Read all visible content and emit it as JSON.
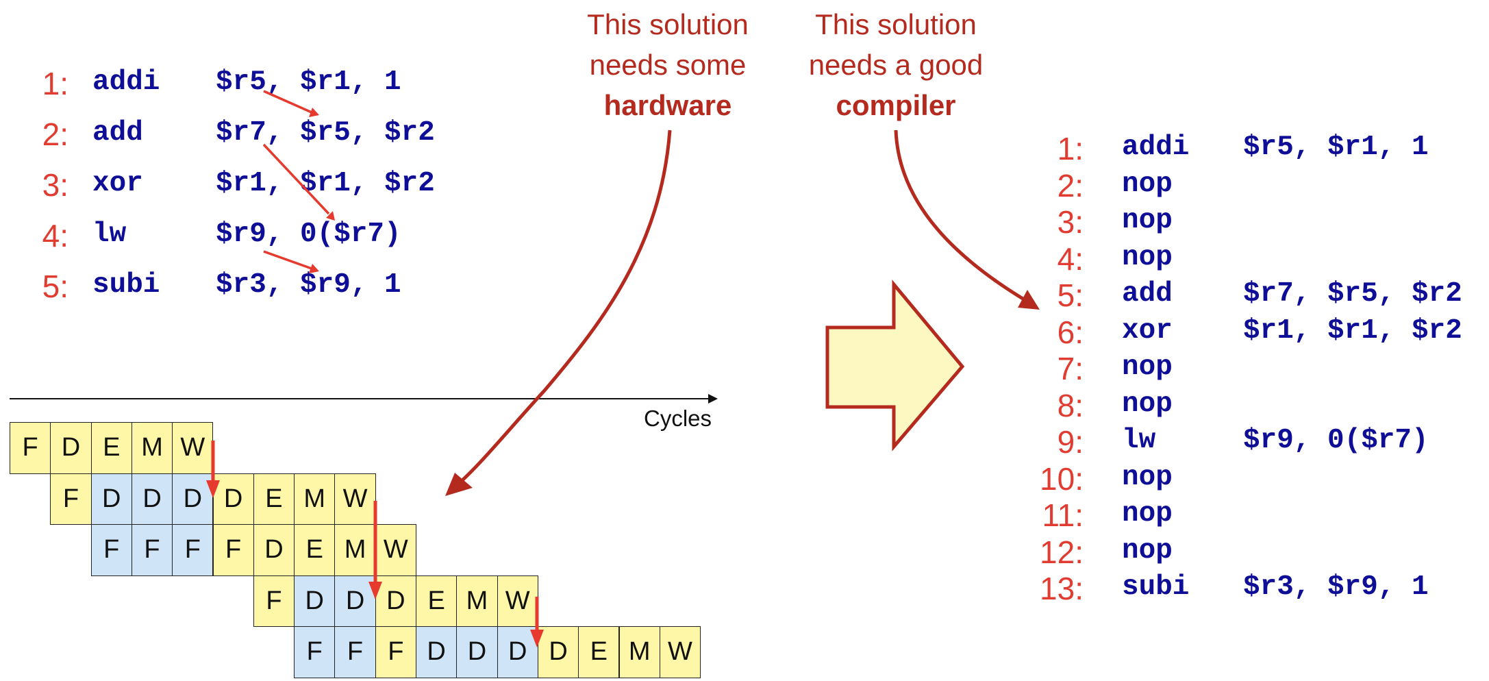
{
  "left_code": [
    {
      "num": "1:",
      "op": "addi",
      "args": "$r5, $r1, 1"
    },
    {
      "num": "2:",
      "op": "add",
      "args": "$r7, $r5, $r2"
    },
    {
      "num": "3:",
      "op": "xor",
      "args": "$r1, $r1, $r2"
    },
    {
      "num": "4:",
      "op": "lw",
      "args": "$r9, 0($r7)"
    },
    {
      "num": "5:",
      "op": "subi",
      "args": "$r3, $r9, 1"
    }
  ],
  "right_code": [
    {
      "num": "1:",
      "op": "addi",
      "args": "$r5, $r1, 1"
    },
    {
      "num": "2:",
      "op": "nop",
      "args": ""
    },
    {
      "num": "3:",
      "op": "nop",
      "args": ""
    },
    {
      "num": "4:",
      "op": "nop",
      "args": ""
    },
    {
      "num": "5:",
      "op": "add",
      "args": "$r7, $r5, $r2"
    },
    {
      "num": "6:",
      "op": "xor",
      "args": "$r1, $r1, $r2"
    },
    {
      "num": "7:",
      "op": "nop",
      "args": ""
    },
    {
      "num": "8:",
      "op": "nop",
      "args": ""
    },
    {
      "num": "9:",
      "op": "lw",
      "args": "$r9, 0($r7)"
    },
    {
      "num": "10:",
      "op": "nop",
      "args": ""
    },
    {
      "num": "11:",
      "op": "nop",
      "args": ""
    },
    {
      "num": "12:",
      "op": "nop",
      "args": ""
    },
    {
      "num": "13:",
      "op": "subi",
      "args": "$r3, $r9, 1"
    }
  ],
  "notes": {
    "hardware": {
      "line1": "This solution",
      "line2": "needs some",
      "bold": "hardware"
    },
    "compiler": {
      "line1": "This solution",
      "line2": "needs a good",
      "bold": "compiler"
    }
  },
  "axis_label": "Cycles",
  "pipeline": [
    {
      "start": 0,
      "stages": [
        [
          "F",
          "y"
        ],
        [
          "D",
          "y"
        ],
        [
          "E",
          "y"
        ],
        [
          "M",
          "y"
        ],
        [
          "W",
          "y"
        ]
      ]
    },
    {
      "start": 1,
      "stages": [
        [
          "F",
          "y"
        ],
        [
          "D",
          "b"
        ],
        [
          "D",
          "b"
        ],
        [
          "D",
          "b"
        ],
        [
          "D",
          "y"
        ],
        [
          "E",
          "y"
        ],
        [
          "M",
          "y"
        ],
        [
          "W",
          "y"
        ]
      ]
    },
    {
      "start": 2,
      "stages": [
        [
          "F",
          "b"
        ],
        [
          "F",
          "b"
        ],
        [
          "F",
          "b"
        ],
        [
          "F",
          "y"
        ],
        [
          "D",
          "y"
        ],
        [
          "E",
          "y"
        ],
        [
          "M",
          "y"
        ],
        [
          "W",
          "y"
        ]
      ]
    },
    {
      "start": 6,
      "stages": [
        [
          "F",
          "y"
        ],
        [
          "D",
          "b"
        ],
        [
          "D",
          "b"
        ],
        [
          "D",
          "y"
        ],
        [
          "E",
          "y"
        ],
        [
          "M",
          "y"
        ],
        [
          "W",
          "y"
        ]
      ]
    },
    {
      "start": 7,
      "stages": [
        [
          "F",
          "b"
        ],
        [
          "F",
          "b"
        ],
        [
          "F",
          "y"
        ],
        [
          "D",
          "b"
        ],
        [
          "D",
          "b"
        ],
        [
          "D",
          "b"
        ],
        [
          "D",
          "y"
        ],
        [
          "E",
          "y"
        ],
        [
          "M",
          "y"
        ],
        [
          "W",
          "y"
        ]
      ]
    }
  ],
  "colors": {
    "line_number": "#e03c31",
    "code": "#0e0e96",
    "note": "#b52a1e",
    "arrow": "#b52a1e",
    "dep_arrow": "#e63a2e",
    "cell_yellow": "#fdf7a7",
    "cell_blue": "#cfe5f7",
    "big_arrow_fill": "#fdf8c2"
  }
}
